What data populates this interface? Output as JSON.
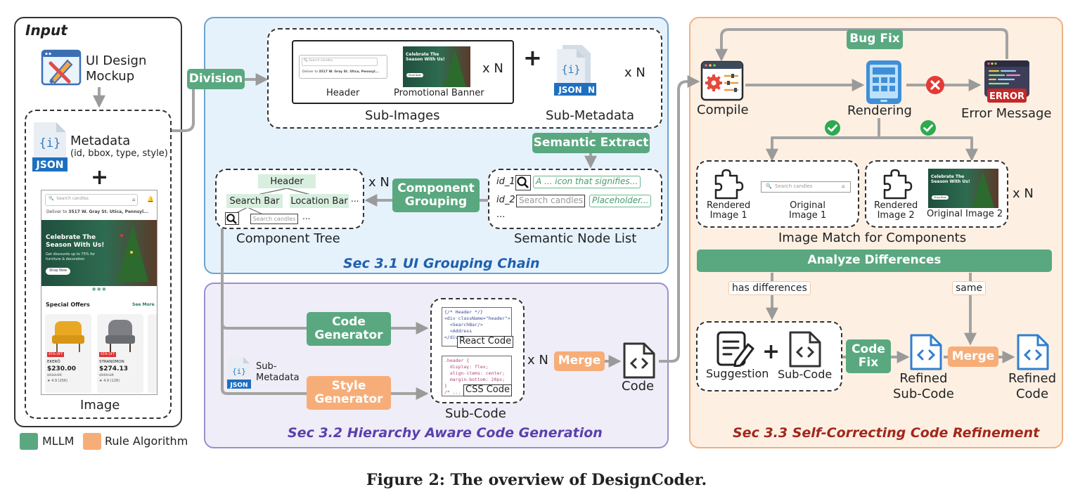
{
  "input": {
    "title": "Input",
    "ui_design_mockup": "UI Design\nMockup",
    "metadata_label": "Metadata",
    "metadata_fields": "(id, bbox, type, style)",
    "plus": "+",
    "image_label": "Image",
    "json_badge": "JSON",
    "mock": {
      "search": "Search candles",
      "deliver": "Deliver to",
      "address": "3517 W. Gray St. Utica, Pennsyl...",
      "banner_title": "Celebrate The\nSeason With Us!",
      "banner_sub": "Get discounts up to 75% for\nfurniture & decoration",
      "shop_now": "Shop Now",
      "special_offers": "Special Offers",
      "see_more": "See More",
      "product1_name": "EKERÖ",
      "product1_price": "$230.00",
      "product1_old": "$512.58",
      "product1_rating": "4.9 (256)",
      "product2_name": "STRANDMON",
      "product2_price": "$274.13",
      "product2_old": "$560.18",
      "product2_rating": "4.9 (128)",
      "discount": "45% OFF"
    }
  },
  "legend": {
    "mllm": "MLLM",
    "rule": "Rule Algorithm",
    "mllm_color": "#5aa880",
    "rule_color": "#f7ad78"
  },
  "sec31": {
    "title": "Sec 3.1 UI Grouping Chain",
    "division": "Division",
    "header_label": "Header",
    "promo_label": "Promotional Banner",
    "times_n1": "x N",
    "plus": "+",
    "times_n2": "x N",
    "sub_images": "Sub-Images",
    "sub_metadata": "Sub-Metadata",
    "semantic_extract": "Semantic Extract",
    "node1_id": "id_1",
    "node1_desc": "A ... icon that signifies...",
    "node2_id": "id_2",
    "node2_text": "Search candles",
    "node2_desc": "Placeholder...",
    "ellipsis": "...",
    "semantic_node_list": "Semantic Node List",
    "times_n3": "x N",
    "component_grouping": "Component\nGrouping",
    "tree_header": "Header",
    "tree_search": "Search Bar",
    "tree_location": "Location Bar",
    "tree_dots": "...",
    "tree_search_candles": "Search candles",
    "tree_dots2": "...",
    "component_tree": "Component Tree",
    "color": "#1f5fae"
  },
  "sec32": {
    "title": "Sec 3.2 Hierarchy Aware Code Generation",
    "code_generator": "Code\nGenerator",
    "style_generator": "Style\nGenerator",
    "sub_metadata": "Sub-\nMetadata",
    "react_code_snippet": "{/* Header */}\n<div className=\"header\">\n  <SearchBar/>\n  <Address\n</div>",
    "react_label": "React Code",
    "css_code_snippet": ".header {\n  display: flex;\n  align-items: center;\n  margin-bottom: 20px;\n}\n/* ...",
    "css_label": "CSS Code",
    "sub_code": "Sub-Code",
    "times_n": "x N",
    "merge": "Merge",
    "code": "Code",
    "color": "#5b3fae"
  },
  "sec33": {
    "title": "Sec 3.3 Self-Correcting Code Refinement",
    "bug_fix": "Bug Fix",
    "compile": "Compile",
    "rendering": "Rendering",
    "error_badge": "ERROR",
    "error_message": "Error Message",
    "rendered1": "Rendered\nImage 1",
    "original1": "Original\nImage 1",
    "rendered2": "Rendered\nImage 2",
    "original2": "Original Image 2",
    "search_candles": "Search candles",
    "banner_title": "Celebrate The\nSeason With Us!",
    "times_n": "x N",
    "image_match": "Image Match for Components",
    "analyze": "Analyze Differences",
    "has_differences": "has differences",
    "same": "same",
    "suggestion": "Suggestion",
    "plus": "+",
    "sub_code": "Sub-Code",
    "code_fix": "Code\nFix",
    "refined_sub_code": "Refined\nSub-Code",
    "merge": "Merge",
    "refined_code": "Refined\nCode",
    "color": "#a3271c"
  },
  "caption": "Figure 2: The overview of DesignCoder."
}
